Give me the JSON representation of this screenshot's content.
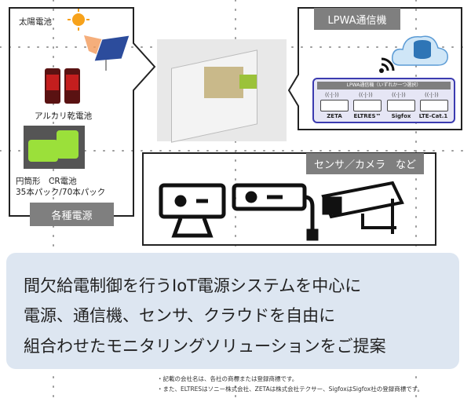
{
  "power": {
    "title": "各種電源",
    "solar": "太陽電池",
    "alkaline": "アルカリ乾電池",
    "cr_line1": "円筒形　CR電池",
    "cr_line2": "35本パック/70本パック"
  },
  "lpwa": {
    "title": "LPWA通信機",
    "inner_title": "LPWA通信機（いずれか一つ選択）",
    "devices": [
      "ZETA",
      "ELTRES™",
      "Sigfox",
      "LTE-Cat.1"
    ]
  },
  "sensor": {
    "title": "センサ／カメラ　など"
  },
  "message": {
    "lines": [
      "間欠給電制御を行うIoT電源システムを中心に",
      "電源、通信機、センサ、クラウドを自由に",
      "組合わせたモニタリングソリューションをご提案"
    ]
  },
  "footnotes": [
    "・記載の会社名は、各社の商標または登録商標です。",
    "・また、ELTRESはソニー株式会社、ZETAは株式会社テクサー、SigfoxはSigfox社の登録商標です。"
  ],
  "colors": {
    "label_gray": "#7f7f7f",
    "message_bg": "#dde6f1",
    "lpwa_border": "#3b3bb0",
    "battery_green": "#9be03a"
  }
}
